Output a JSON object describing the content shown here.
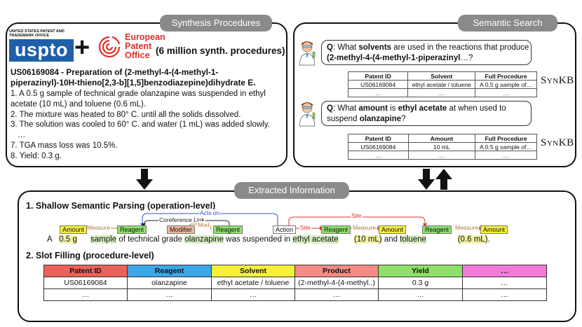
{
  "synthesis": {
    "header": "Synthesis Procedures",
    "uspto_tagline": "UNITED STATES PATENT AND TRADEMARK OFFICE",
    "uspto_logo": "uspto",
    "plus": "+",
    "epo_logo_text": "European Patent Office",
    "epo_line1": "European",
    "epo_line2": "Patent",
    "epo_line3": "Office",
    "count_label": "(6 million synth. procedures)",
    "title_line1": "US06169084  - Preparation of (2-methyl-4-(4-methyl-1-",
    "title_line2": "piperazinyl)-10H-thieno[2,3-b][1,5]benzodiazepine)dihydrate E.",
    "steps": [
      "1. A 0.5 g sample of technical grade olanzapine was suspended in ethyl",
      "acetate (10 mL) and toluene (0.6 mL).",
      "2. The mixture was heated to 80° C. until all the solids dissolved.",
      "3. The solution was cooled to 60° C. and water (1 mL) was added slowly.",
      "…",
      "7. TGA mass loss was 10.5%.",
      "8. Yield: 0.3 g."
    ]
  },
  "search": {
    "header": "Semantic Search",
    "q1": {
      "q_label": "Q",
      "pre": ": What ",
      "bold": "solvents",
      "post": " are used in the reactions that produce",
      "line2_bold": "(2-methyl-4-(4-methyl-1-piperazinyl",
      "line2_rest": "…?"
    },
    "q2": {
      "q_label": "Q",
      "pre": ": What ",
      "bold": "amount",
      "mid": " is ",
      "bold2": "ethyl acetate",
      "post": " at when used to",
      "line2_pre": "suspend ",
      "line2_bold": "olanzapine",
      "line2_rest": "?"
    },
    "table1": {
      "headers": [
        "Patent ID",
        "Solvent",
        "Full Procedure"
      ],
      "rows": [
        [
          "US06169084",
          "ethyl acetate / toluene",
          "A 0.5 g sample of…"
        ],
        [
          "…",
          "…",
          "…"
        ]
      ]
    },
    "table2": {
      "headers": [
        "Patent ID",
        "Amount",
        "Full Procedure"
      ],
      "rows": [
        [
          "US06169084",
          "10 mL",
          "A 0.5 g sample of…"
        ],
        [
          "…",
          "…",
          "…"
        ]
      ]
    },
    "synkb_label": "SynKB"
  },
  "extracted": {
    "header": "Extracted Information",
    "section1": "1. Shallow Semantic Parsing (operation-level)",
    "section2": "2. Slot Filling (procedure-level)",
    "relations": {
      "acts_on": "Acts on",
      "coref": "Coreference Link",
      "measure": "Measure",
      "mod": "Mod",
      "site": "Site"
    },
    "tags": {
      "amount": "Amount",
      "reagent": "Reagent",
      "modifier": "Modifier",
      "action": "Action"
    },
    "sentence": {
      "a": "A",
      "v1": "0.5 g",
      "sample": "sample",
      "tech": "of technical grade",
      "olanz": "olanzapine",
      "susp": "was suspended in",
      "ethyl": "ethyl acetate",
      "v2": "(10 mL)",
      "and": "and",
      "tol": "toluene",
      "v3": "(0.6 mL)",
      "end": "."
    },
    "slot_table": {
      "headers": [
        "Patent ID",
        "Reagent",
        "Solvent",
        "Product",
        "Yield",
        "…"
      ],
      "header_colors": [
        "#f0605a",
        "#3aa8e8",
        "#f7f038",
        "#f58b84",
        "#8ee06a",
        "#f47ad9"
      ],
      "rows": [
        [
          "US06169084",
          "olanzapine",
          "ethyl acetate / toluene",
          "(2-methyl-4-(4-methyl..)",
          "0.3 g",
          "…"
        ],
        [
          "…",
          "…",
          "…",
          "…",
          "…",
          "…"
        ]
      ]
    }
  },
  "colors": {
    "uspto_blue": "#1f5fa8",
    "epo_red": "#e0302a",
    "header_gray": "#8a8a8a",
    "link_blue": "#2f4fdc",
    "link_red": "#e0302a",
    "measure_orange": "#b07a3a"
  },
  "icons": [
    "scientist-icon",
    "down-arrow-icon",
    "up-arrow-icon",
    "epo-logo-icon"
  ]
}
